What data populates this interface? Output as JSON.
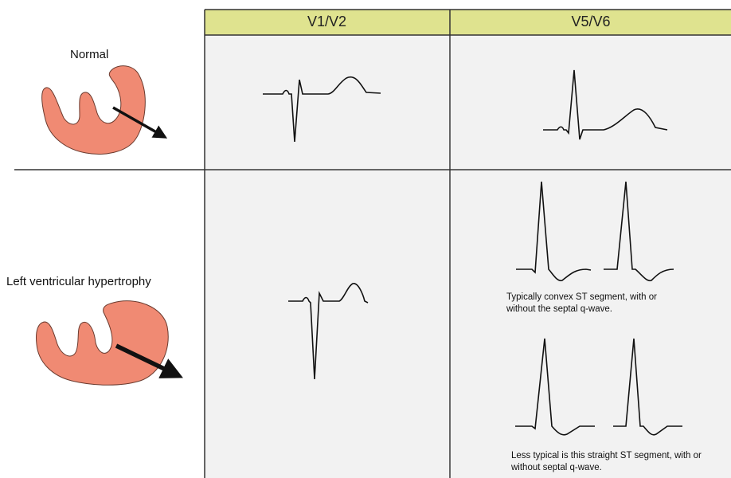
{
  "columns": {
    "lead_1": "V1/V2",
    "lead_2": "V5/V6"
  },
  "rows": {
    "normal": {
      "label": "Normal"
    },
    "lvh": {
      "label": "Left ventricular hypertrophy"
    }
  },
  "captions": {
    "convex": "Typically convex ST segment, with or without the septal q-wave.",
    "straight": "Less typical is this straight ST segment, with or without septal q-wave."
  },
  "colors": {
    "header_bg": "#dfe38f",
    "cell_bg": "#f2f2f2",
    "heart": "#f08a73",
    "grid": "#333333"
  }
}
